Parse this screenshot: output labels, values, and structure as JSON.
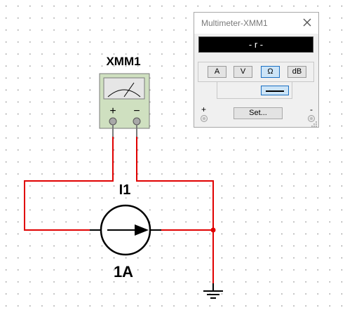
{
  "schematic": {
    "meter_label": "XMM1",
    "meter_plus": "+",
    "meter_minus": "−",
    "source_name": "I1",
    "source_value": "1A",
    "colors": {
      "wire": "#e00000",
      "junction": "#e00000",
      "grid_dot": "#7a7a7a",
      "meter_body": "#cfe0c0"
    }
  },
  "multimeter_dialog": {
    "title": "Multimeter-XMM1",
    "display_value": "- r -",
    "modes": [
      {
        "label": "A",
        "active": false
      },
      {
        "label": "V",
        "active": false
      },
      {
        "label": "Ω",
        "active": true
      },
      {
        "label": "dB",
        "active": false
      }
    ],
    "set_label": "Set...",
    "plus_label": "+",
    "minus_label": "-"
  }
}
